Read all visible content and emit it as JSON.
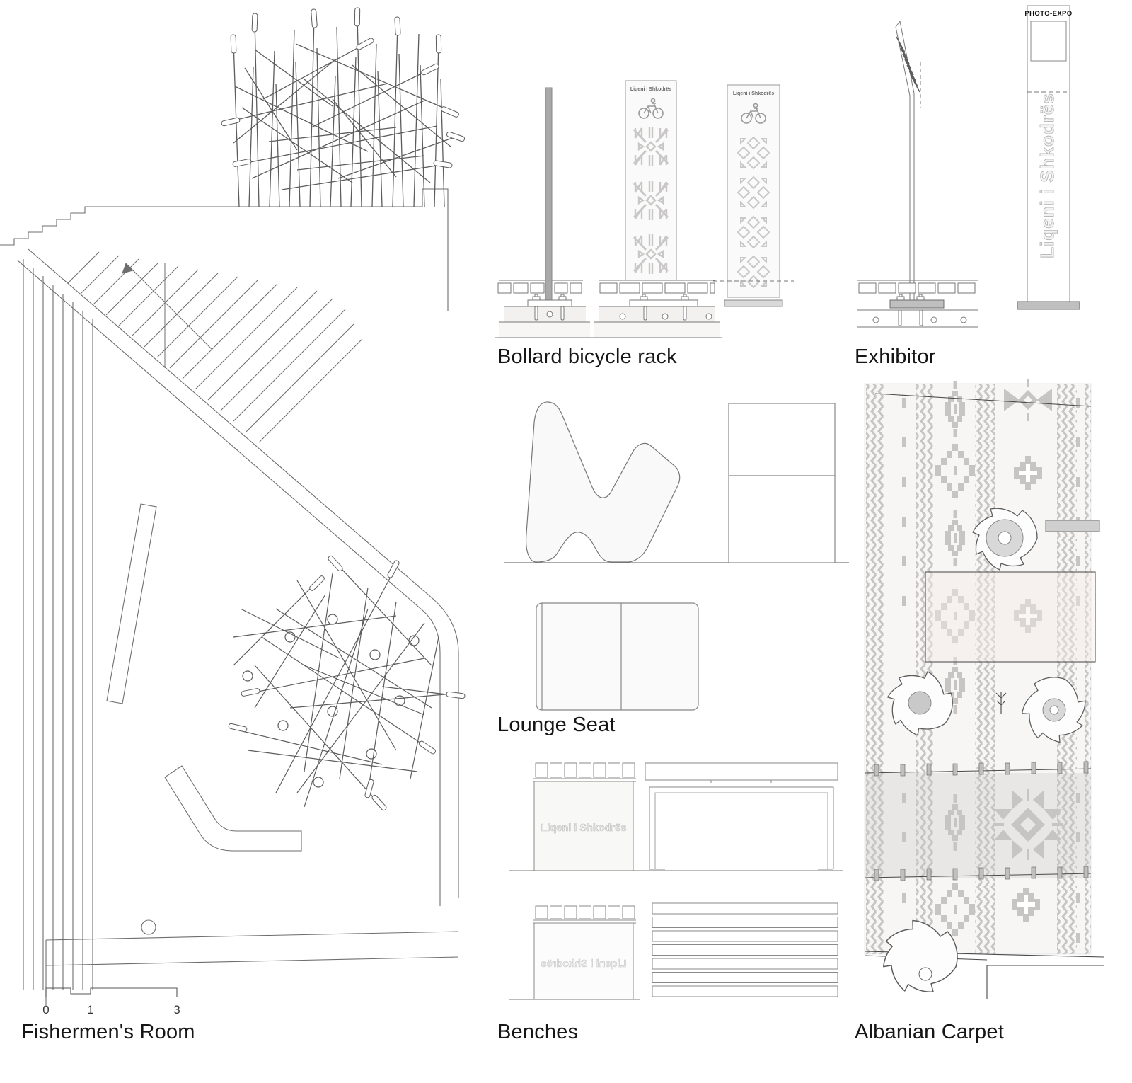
{
  "sections": {
    "fishermens_room": {
      "label": "Fishermen's Room",
      "scale": {
        "t0": "0",
        "t1": "1",
        "t3": "3"
      }
    },
    "bollard_rack": {
      "label": "Bollard bicycle rack",
      "panel_title": "Liqeni i Shkodrës"
    },
    "exhibitor": {
      "label": "Exhibitor",
      "header": "PHOTO-EXPO",
      "vertical_text": "Liqeni i Shkodrës"
    },
    "lounge_seat": {
      "label": "Lounge Seat"
    },
    "benches": {
      "label": "Benches",
      "panel_text": "Liqeni i Shkodrës"
    },
    "albanian_carpet": {
      "label": "Albanian Carpet"
    }
  },
  "colors": {
    "line": "#6e6e6e",
    "dark_line": "#4a4a4a",
    "light_fill": "#f7f6f5",
    "carpet_motif": "#c6c5c4",
    "carpet_band": "#e8e7e6",
    "metal": "#a9a9a9",
    "plate": "#bfbfbf"
  }
}
